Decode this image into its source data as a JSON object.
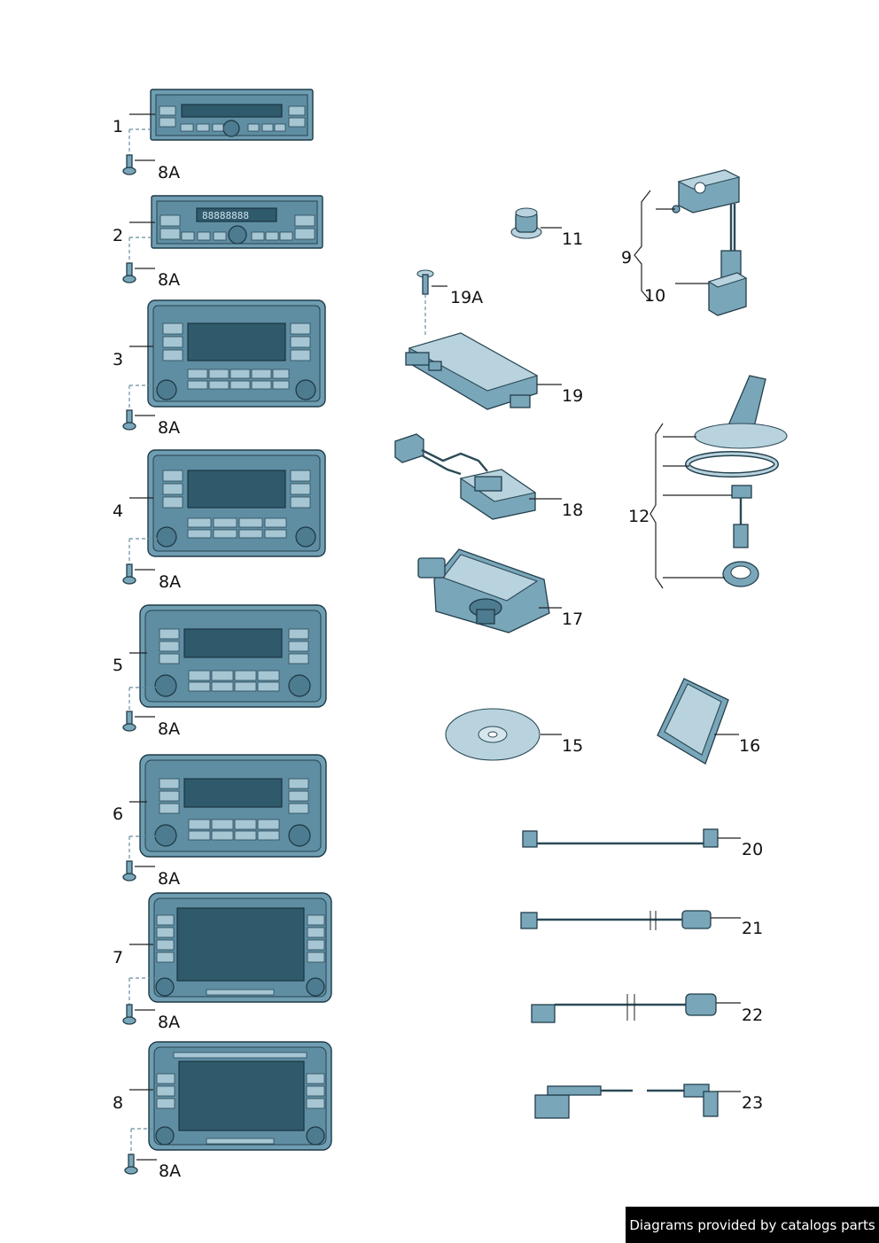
{
  "callouts": {
    "c1": "1",
    "c2": "2",
    "c3": "3",
    "c4": "4",
    "c5": "5",
    "c6": "6",
    "c7": "7",
    "c8": "8",
    "s1": "8A",
    "s2": "8A",
    "s3": "8A",
    "s4": "8A",
    "s5": "8A",
    "s6": "8A",
    "s7": "8A",
    "s8": "8A",
    "c9": "9",
    "c10": "10",
    "c11": "11",
    "c12": "12",
    "c15": "15",
    "c16": "16",
    "c17": "17",
    "c18": "18",
    "c19": "19",
    "c19a": "19A",
    "c20": "20",
    "c21": "21",
    "c22": "22",
    "c23": "23"
  },
  "radio2_display": "88888888",
  "credit": "Diagrams provided by catalogs parts"
}
